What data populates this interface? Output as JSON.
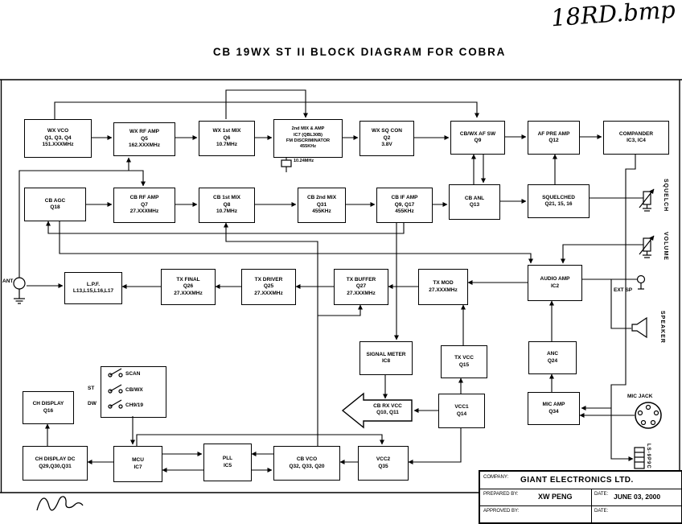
{
  "note": "18RD.bmp",
  "title": "CB 19WX ST II BLOCK DIAGRAM FOR COBRA",
  "blocks": {
    "wx_vco": {
      "l1": "WX VCO",
      "l2": "Q1, Q3, Q4",
      "l3": "151.XXXMHz"
    },
    "wx_rf_amp": {
      "l1": "WX RF AMP",
      "l2": "Q5",
      "l3": "162.XXXMHz"
    },
    "wx_1st_mix": {
      "l1": "WX 1st MIX",
      "l2": "Q6",
      "l3": "10.7MHz"
    },
    "mix2_amp": {
      "l1": "2nd MIX & AMP",
      "l2": "IC7 (QBL30B)",
      "l3": "FM DISCRIMINATOR",
      "l4": "455KHz"
    },
    "wx_sq_con": {
      "l1": "WX SQ CON",
      "l2": "Q2",
      "l3": "3.8V"
    },
    "cb_wx_af_sw": {
      "l1": "CB/WX AF SW",
      "l2": "Q9"
    },
    "af_pre_amp": {
      "l1": "AF PRE AMP",
      "l2": "Q12"
    },
    "compander": {
      "l1": "COMPANDER",
      "l2": "IC3, IC4"
    },
    "cb_agc": {
      "l1": "CB AGC",
      "l2": "Q18"
    },
    "cb_rf_amp": {
      "l1": "CB RF AMP",
      "l2": "Q7",
      "l3": "27.XXXMHz"
    },
    "cb_1st_mix": {
      "l1": "CB 1st MIX",
      "l2": "Q8",
      "l3": "10.7MHz"
    },
    "cb_2nd_mix": {
      "l1": "CB 2nd MIX",
      "l2": "Q31",
      "l3": "455KHz"
    },
    "cb_if_amp": {
      "l1": "CB IF AMP",
      "l2": "Q9, Q17",
      "l3": "455KHz"
    },
    "cb_anl": {
      "l1": "CB ANL",
      "l2": "Q13"
    },
    "squelched": {
      "l1": "SQUELCHED",
      "l2": "Q21, 15, 16"
    },
    "lpf": {
      "l1": "L.P.F.",
      "l2": "L13,L15,L16,L17"
    },
    "tx_final": {
      "l1": "TX FINAL",
      "l2": "Q26",
      "l3": "27.XXXMHz"
    },
    "tx_driver": {
      "l1": "TX DRIVER",
      "l2": "Q25",
      "l3": "27.XXXMHz"
    },
    "tx_buffer": {
      "l1": "TX BUFFER",
      "l2": "Q27",
      "l3": "27.XXXMHz"
    },
    "tx_mod": {
      "l1": "TX MOD",
      "l2": "27.XXXMHz"
    },
    "audio_amp": {
      "l1": "AUDIO AMP",
      "l2": "IC2"
    },
    "signal_meter": {
      "l1": "SIGNAL METER",
      "l2": "IC8"
    },
    "tx_vcc": {
      "l1": "TX VCC",
      "l2": "Q15"
    },
    "anc": {
      "l1": "ANC",
      "l2": "Q24"
    },
    "ch_display": {
      "l1": "CH DISPLAY",
      "l2": "Q16"
    },
    "cb_rx_vcc": {
      "l1": "CB RX VCC",
      "l2": "Q10, Q11"
    },
    "vcc1": {
      "l1": "VCC1",
      "l2": "Q14"
    },
    "mic_amp": {
      "l1": "MIC AMP",
      "l2": "Q34"
    },
    "ch_display_dc": {
      "l1": "CH DISPLAY DC",
      "l2": "Q29,Q30,Q31"
    },
    "mcu": {
      "l1": "MCU",
      "l2": "IC7"
    },
    "pll": {
      "l1": "PLL",
      "l2": "IC5"
    },
    "cb_vco": {
      "l1": "CB VCO",
      "l2": "Q32, Q33, Q20"
    },
    "vcc2": {
      "l1": "VCC2",
      "l2": "Q35"
    }
  },
  "labels": {
    "crystal": "10.24MHz",
    "ant": "ANT",
    "squelch": "SQUELCH",
    "volume": "VOLUME",
    "ext_sp": "EXT SP",
    "speaker": "SPEAKER",
    "mic_jack": "MIC JACK",
    "connector": "LS-9P9C"
  },
  "switch": {
    "rows": [
      "SCAN",
      "CB/WX",
      "CH9/19"
    ],
    "side": [
      "ST",
      "DW"
    ]
  },
  "titleblock": {
    "company_label": "COMPANY:",
    "company": "GIANT ELECTRONICS LTD.",
    "prepared_label": "PREPARED BY:",
    "prepared": "XW PENG",
    "approved_label": "APPROVED BY:",
    "date_label": "DATE:",
    "date": "JUNE 03, 2000",
    "date2_label": "DATE:"
  }
}
